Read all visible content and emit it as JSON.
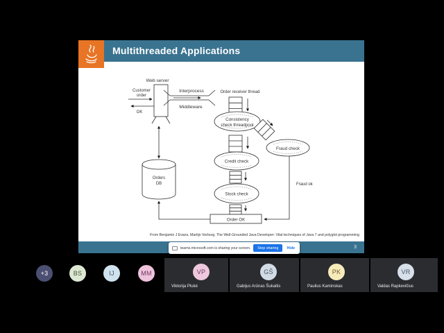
{
  "slide": {
    "title": "Multithreaded Applications",
    "page_number": "3",
    "citation": "From Benjamin J Evans, Martijn Verburg. The Well-Grounded Java Developer: Vital techniques of Java 7 and polyglot programming",
    "colors": {
      "header": "#3a7390",
      "footer": "#3a7390",
      "logo": "#e87425"
    },
    "diagram": {
      "web_server_label": "Web server",
      "customer_line1": "Customer",
      "customer_line2": "order",
      "ok_label": "OK",
      "interprocess_label": "Interprocess",
      "middleware_label": "Middleware",
      "order_receiver_label": "Order receiver thread",
      "consistency_line1": "Consistency",
      "consistency_line2": "check threadpool",
      "credit_label": "Credit check",
      "stock_label": "Stock check",
      "fraud_label": "Fraud check",
      "fraud_ok_label": "Fraud ok",
      "order_ok_label": "Order OK",
      "db_line1": "Orders",
      "db_line2": "DB"
    }
  },
  "browser_banner": {
    "message": "teams.microsoft.com is sharing your screen.",
    "stop_button": "Stop sharing",
    "hide_link": "Hide",
    "accent": "#1a73e8"
  },
  "participants": {
    "overflow": {
      "label": "+3",
      "bg": "#4b4f72",
      "fg": "#ffffff"
    },
    "avatars": [
      {
        "initials": "BS",
        "bg": "#dde8d2",
        "fg": "#47513d"
      },
      {
        "initials": "IJ",
        "bg": "#cfe2ee",
        "fg": "#3d5a6b"
      },
      {
        "initials": "MM",
        "bg": "#eec2dc",
        "fg": "#6d3a5c"
      }
    ],
    "tiles": [
      {
        "initials": "VP",
        "name": "Viktorija Plukė",
        "bg": "#eec9de",
        "fg": "#6d3a5c"
      },
      {
        "initials": "GŠ",
        "name": "Gabijus Arūnas Šukaitis",
        "bg": "#d2dbe4",
        "fg": "#45586b"
      },
      {
        "initials": "PK",
        "name": "Paulius Kaminskas",
        "bg": "#f6ecbb",
        "fg": "#6d5f27"
      },
      {
        "initials": "VR",
        "name": "Valdas Rapkevičius",
        "bg": "#d7dfe9",
        "fg": "#45586b"
      }
    ]
  }
}
